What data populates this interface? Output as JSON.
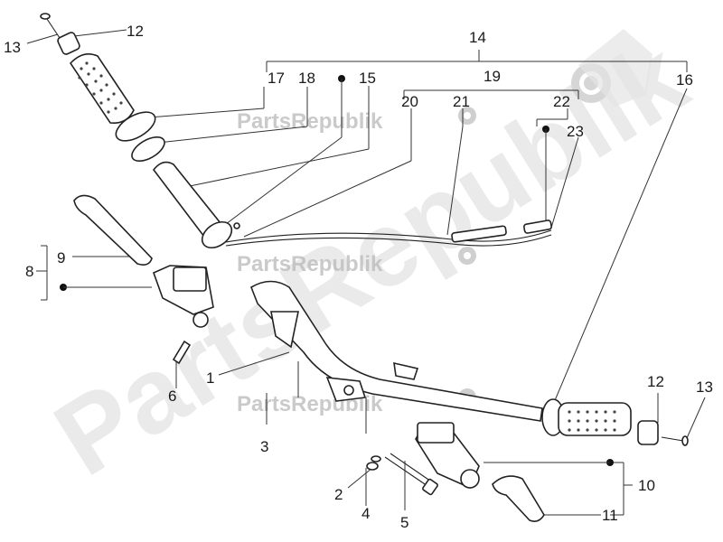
{
  "watermark": {
    "large_text": "PartsRepublik",
    "small_text": "PartsRepublik"
  },
  "colors": {
    "line": "#222222",
    "watermark": "#d9d9d9",
    "background": "#ffffff"
  },
  "callouts": {
    "c1": "1",
    "c2": "2",
    "c3": "3",
    "c4": "4",
    "c5": "5",
    "c6": "6",
    "c8": "8",
    "c9": "9",
    "c10": "10",
    "c11": "11",
    "c12a": "12",
    "c12b": "12",
    "c13a": "13",
    "c13b": "13",
    "c14": "14",
    "c15": "15",
    "c16": "16",
    "c17": "17",
    "c18": "18",
    "c19": "19",
    "c20": "20",
    "c21": "21",
    "c22": "22",
    "c23": "23"
  },
  "icons": [
    "gear-watermark-icon",
    "bullet-dot-icon"
  ]
}
